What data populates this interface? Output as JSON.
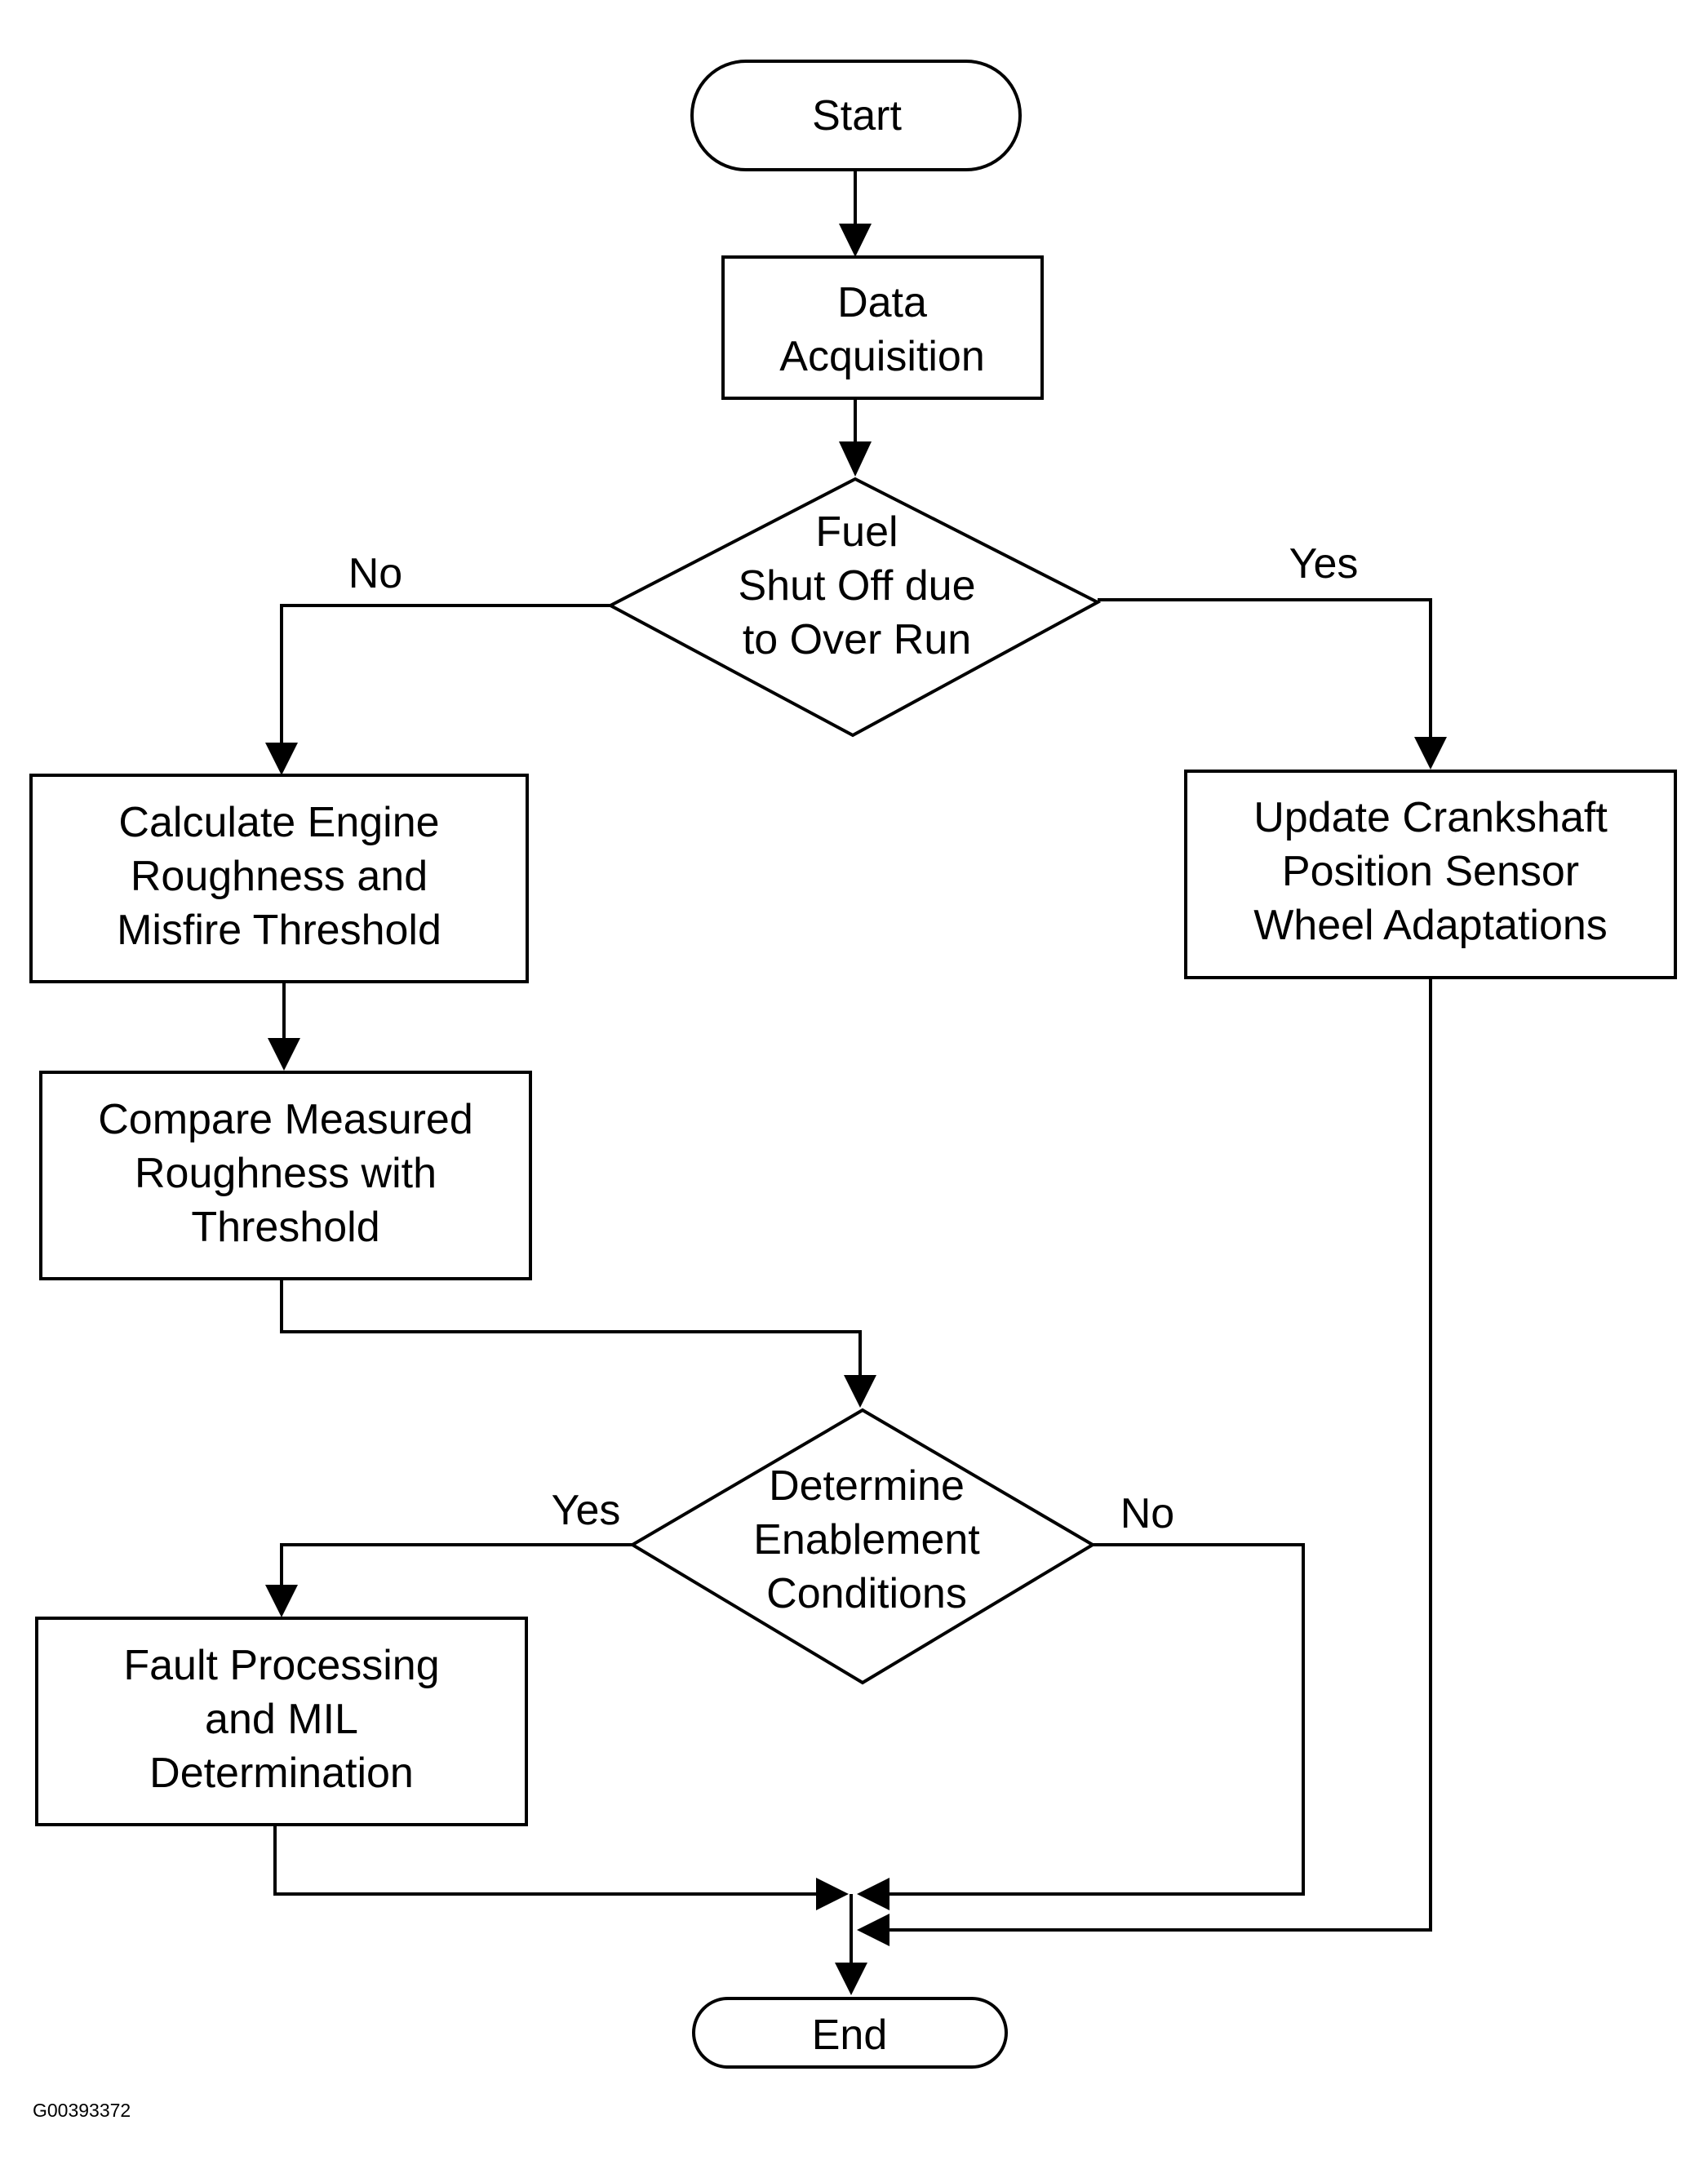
{
  "nodes": {
    "start": {
      "lines": [
        "Start"
      ]
    },
    "data_acquisition": {
      "lines": [
        "Data",
        "Acquisition"
      ]
    },
    "fuel_decision": {
      "lines": [
        "Fuel",
        "Shut Off due",
        "to Over Run"
      ]
    },
    "calc_roughness": {
      "lines": [
        "Calculate Engine",
        "Roughness and",
        "Misfire Threshold"
      ]
    },
    "update_crankshaft": {
      "lines": [
        "Update Crankshaft",
        "Position Sensor",
        "Wheel Adaptations"
      ]
    },
    "compare_roughness": {
      "lines": [
        "Compare Measured",
        "Roughness with",
        "Threshold"
      ]
    },
    "enablement_decision": {
      "lines": [
        "Determine",
        "Enablement",
        "Conditions"
      ]
    },
    "fault_processing": {
      "lines": [
        "Fault Processing",
        "and MIL",
        "Determination"
      ]
    },
    "end": {
      "lines": [
        "End"
      ]
    }
  },
  "edge_labels": {
    "fuel_no": "No",
    "fuel_yes": "Yes",
    "enable_yes": "Yes",
    "enable_no": "No"
  },
  "figure_id": "G00393372"
}
